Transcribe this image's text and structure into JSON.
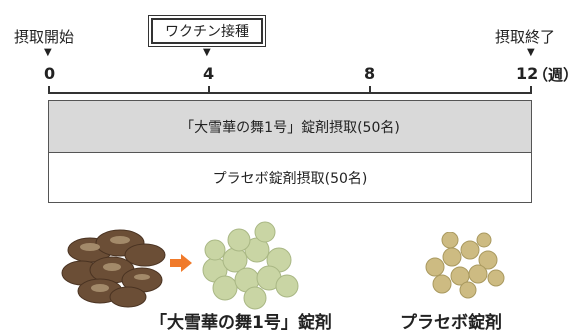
{
  "timeline": {
    "start_label": "摂取開始",
    "end_label": "摂取終了",
    "vaccine_label": "ワクチン接種",
    "ticks": [
      "0",
      "4",
      "8",
      "12"
    ],
    "unit_label": "（週）"
  },
  "groups": {
    "treatment_label": "「大雪華の舞1号」錠剤摂取(50名)",
    "placebo_label": "プラセボ錠剤摂取(50名)"
  },
  "images": {
    "treatment_caption": "「大雪華の舞1号」錠剤",
    "placebo_caption": "プラセボ錠剤"
  },
  "colors": {
    "treatment_bar": "#d9d9d9",
    "arrow": "#f07a2a",
    "tablet_green": "#c9d5a4",
    "tablet_tan": "#cdbb82",
    "mushroom": "#6b4e36"
  }
}
